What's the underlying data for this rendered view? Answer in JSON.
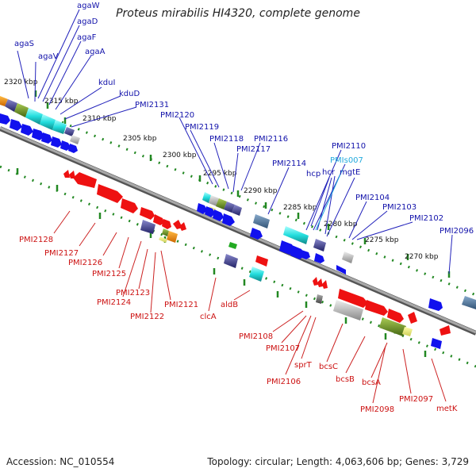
{
  "title": "Proteus mirabilis HI4320, complete genome",
  "accession": "Accession: NC_010554",
  "summary": "Topology: circular; Length: 4,063,606 bp; Genes: 3,729",
  "colors": {
    "forward_label": "#1111aa",
    "reverse_label": "#cc1111",
    "rna_label": "#22aadd",
    "forward_gene": "#1111ee",
    "reverse_gene": "#ee1111",
    "backbone": "#8a8a8a",
    "tick": "#228822"
  },
  "scale_labels": [
    "2320 kbp",
    "2315 kbp",
    "2310 kbp",
    "2305 kbp",
    "2300 kbp",
    "2295 kbp",
    "2290 kbp",
    "2285 kbp",
    "2280 kbp",
    "2275 kbp",
    "2270 kbp"
  ],
  "forward_labels": [
    "agaW",
    "agaD",
    "agaF",
    "agaA",
    "agaS",
    "agaV",
    "kduI",
    "kduD",
    "PMI2131",
    "PMI2120",
    "PMI2119",
    "PMI2118",
    "PMI2117",
    "PMI2116",
    "PMI2114",
    "PMI2110",
    "PMIs007",
    "hcp",
    "hcr",
    "mgtE",
    "PMI2104",
    "PMI2103",
    "PMI2102",
    "PMI2096"
  ],
  "reverse_labels": [
    "PMI2128",
    "PMI2127",
    "PMI2126",
    "PMI2125",
    "PMI2124",
    "PMI2123",
    "PMI2122",
    "PMI2121",
    "clcA",
    "aldB",
    "PMI2108",
    "PMI2107",
    "PMI2106",
    "sprT",
    "bcsC",
    "bcsB",
    "bcsA",
    "PMI2098",
    "PMI2097",
    "metK"
  ]
}
